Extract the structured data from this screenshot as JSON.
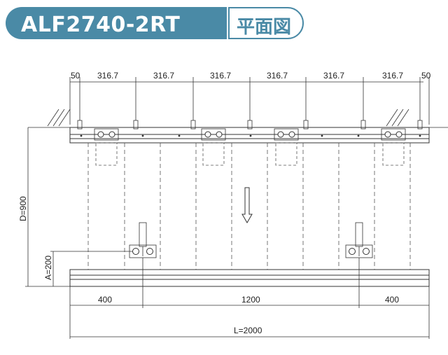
{
  "title": {
    "model": "ALF2740-2RT",
    "view": "平面図"
  },
  "dimensions": {
    "top": [
      "50",
      "316.7",
      "316.7",
      "316.7",
      "316.7",
      "316.7",
      "316.7",
      "50"
    ],
    "depth": "D=900",
    "a_offset": "A=200",
    "bottom": [
      "400",
      "1200",
      "400"
    ],
    "length": "L=2000"
  },
  "colors": {
    "accent": "#4a8aa6",
    "line": "#333333",
    "dashed": "#555555"
  }
}
